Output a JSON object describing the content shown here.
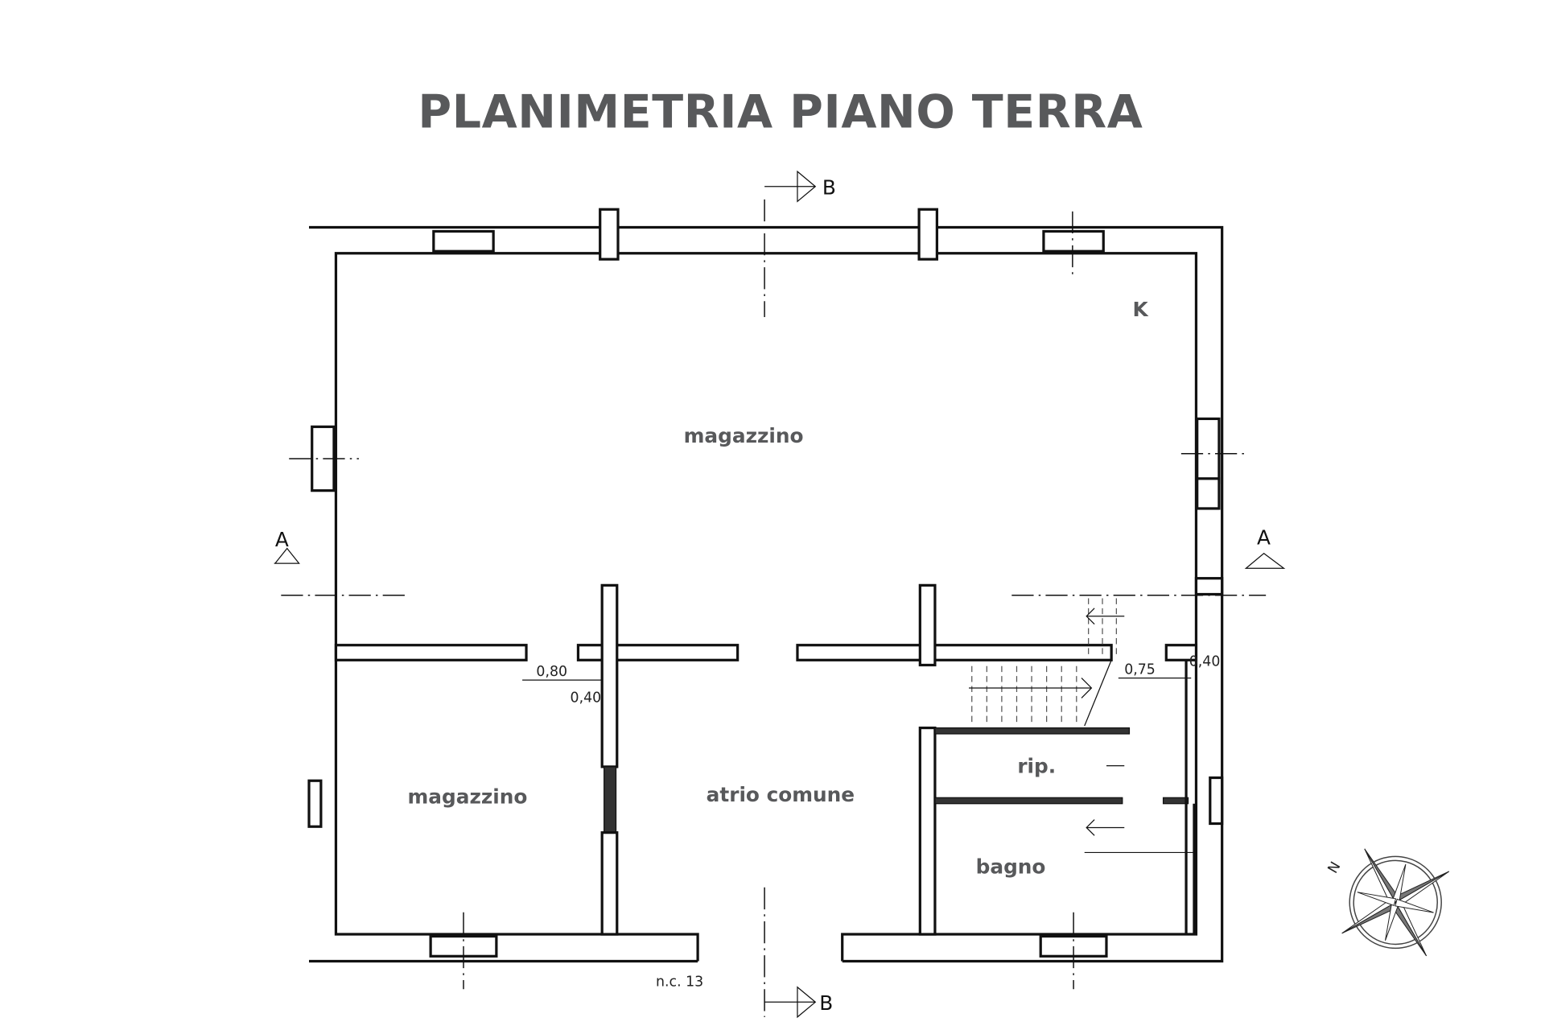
{
  "title": "PLANIMETRIA PIANO TERRA",
  "rooms": {
    "magazzino_top": "magazzino",
    "magazzino_bottom": "magazzino",
    "atrio": "atrio comune",
    "ripostiglio": "rip.",
    "bagno": "bagno"
  },
  "marker_k": "K",
  "sections": {
    "a_left": "A",
    "a_right": "A",
    "b_top": "B",
    "b_bottom": "B"
  },
  "dimensions": {
    "d1": "0,80",
    "d2": "0,40",
    "d3": "0,75",
    "d4": "0,40"
  },
  "civic_number": "n.c. 13",
  "compass_north": "N"
}
